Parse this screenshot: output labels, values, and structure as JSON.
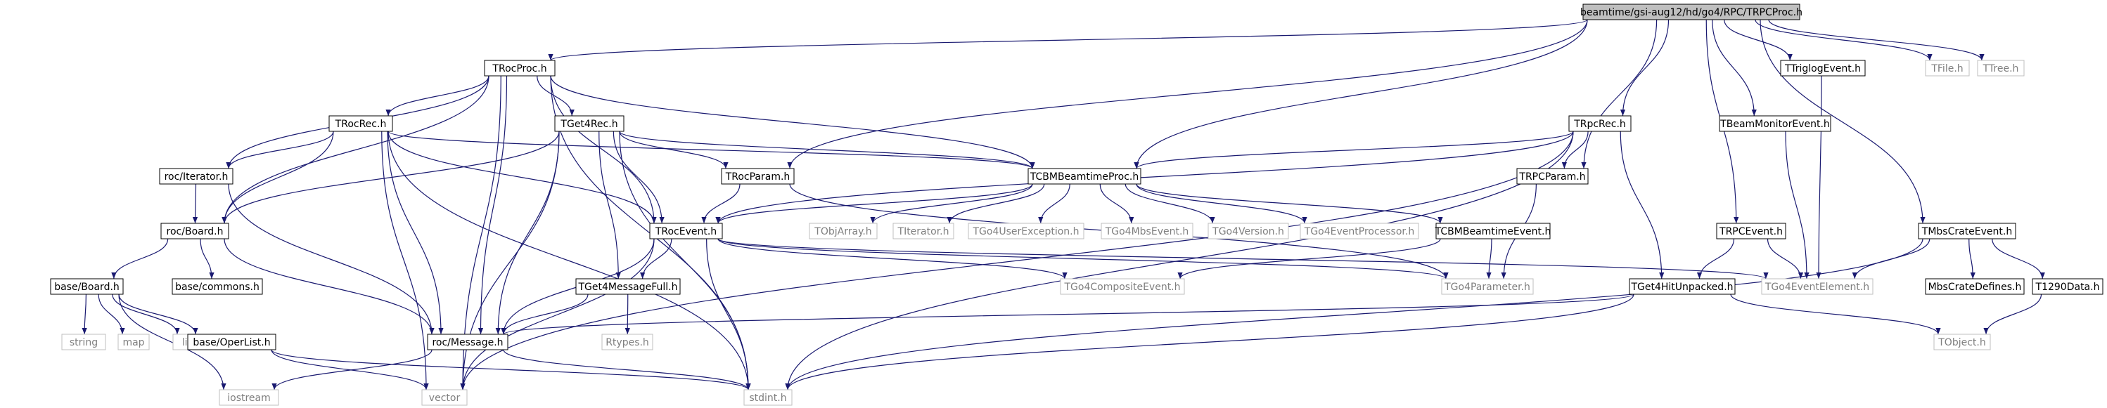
{
  "colors": {
    "edge": "#191970",
    "root_fill": "#bfbfbf",
    "box_border": "#000000",
    "missing_border": "#bfbfbf",
    "missing_text": "#7f7f7f"
  },
  "nodes": [
    {
      "id": "root",
      "label": "beamtime/gsi-aug12/hd/go4/RPC/TRPCProc.h",
      "kind": "root"
    },
    {
      "id": "troc_proc",
      "label": "TRocProc.h",
      "kind": "found"
    },
    {
      "id": "troc_rec",
      "label": "TRocRec.h",
      "kind": "found"
    },
    {
      "id": "tget4_rec",
      "label": "TGet4Rec.h",
      "kind": "found"
    },
    {
      "id": "trpc_rec",
      "label": "TRpcRec.h",
      "kind": "found"
    },
    {
      "id": "ttriglog_event",
      "label": "TTriglogEvent.h",
      "kind": "found"
    },
    {
      "id": "tfile",
      "label": "TFile.h",
      "kind": "missing"
    },
    {
      "id": "ttree",
      "label": "TTree.h",
      "kind": "missing"
    },
    {
      "id": "roc_iterator",
      "label": "roc/Iterator.h",
      "kind": "found"
    },
    {
      "id": "troc_param",
      "label": "TRocParam.h",
      "kind": "found"
    },
    {
      "id": "tcbm_beamtime_proc",
      "label": "TCBMBeamtimeProc.h",
      "kind": "found"
    },
    {
      "id": "trpc_param",
      "label": "TRPCParam.h",
      "kind": "found"
    },
    {
      "id": "tbeam_monitor_event",
      "label": "TBeamMonitorEvent.h",
      "kind": "found"
    },
    {
      "id": "roc_board",
      "label": "roc/Board.h",
      "kind": "found"
    },
    {
      "id": "troc_event",
      "label": "TRocEvent.h",
      "kind": "found"
    },
    {
      "id": "tobjarray",
      "label": "TObjArray.h",
      "kind": "missing"
    },
    {
      "id": "titerator",
      "label": "TIterator.h",
      "kind": "missing"
    },
    {
      "id": "tgo4_user_exception",
      "label": "TGo4UserException.h",
      "kind": "missing"
    },
    {
      "id": "tgo4_mbs_event",
      "label": "TGo4MbsEvent.h",
      "kind": "missing"
    },
    {
      "id": "tgo4_version",
      "label": "TGo4Version.h",
      "kind": "missing"
    },
    {
      "id": "tgo4_event_processor",
      "label": "TGo4EventProcessor.h",
      "kind": "missing"
    },
    {
      "id": "tcbm_beamtime_event",
      "label": "TCBMBeamtimeEvent.h",
      "kind": "found"
    },
    {
      "id": "trpc_event",
      "label": "TRPCEvent.h",
      "kind": "found"
    },
    {
      "id": "tmbs_crate_event",
      "label": "TMbsCrateEvent.h",
      "kind": "found"
    },
    {
      "id": "base_board",
      "label": "base/Board.h",
      "kind": "found"
    },
    {
      "id": "base_commons",
      "label": "base/commons.h",
      "kind": "found"
    },
    {
      "id": "tget4_message_full",
      "label": "TGet4MessageFull.h",
      "kind": "found"
    },
    {
      "id": "tgo4_composite_event",
      "label": "TGo4CompositeEvent.h",
      "kind": "missing"
    },
    {
      "id": "tgo4_parameter",
      "label": "TGo4Parameter.h",
      "kind": "missing"
    },
    {
      "id": "tget4_hit_unpacked",
      "label": "TGet4HitUnpacked.h",
      "kind": "found"
    },
    {
      "id": "tgo4_event_element",
      "label": "TGo4EventElement.h",
      "kind": "missing"
    },
    {
      "id": "mbs_crate_defines",
      "label": "MbsCrateDefines.h",
      "kind": "found"
    },
    {
      "id": "t1290_data",
      "label": "T1290Data.h",
      "kind": "found"
    },
    {
      "id": "string",
      "label": "string",
      "kind": "missing"
    },
    {
      "id": "map",
      "label": "map",
      "kind": "missing"
    },
    {
      "id": "list",
      "label": "list",
      "kind": "missing"
    },
    {
      "id": "base_operlist",
      "label": "base/OperList.h",
      "kind": "found"
    },
    {
      "id": "roc_message",
      "label": "roc/Message.h",
      "kind": "found"
    },
    {
      "id": "rtypes",
      "label": "Rtypes.h",
      "kind": "missing"
    },
    {
      "id": "tobject",
      "label": "TObject.h",
      "kind": "missing"
    },
    {
      "id": "iostream",
      "label": "iostream",
      "kind": "missing"
    },
    {
      "id": "vector",
      "label": "vector",
      "kind": "missing"
    },
    {
      "id": "stdint",
      "label": "stdint.h",
      "kind": "missing"
    }
  ],
  "edges": [
    [
      "root",
      "troc_proc"
    ],
    [
      "root",
      "troc_param"
    ],
    [
      "root",
      "tcbm_beamtime_proc"
    ],
    [
      "root",
      "trpc_rec"
    ],
    [
      "root",
      "trpc_param"
    ],
    [
      "root",
      "trpc_event"
    ],
    [
      "root",
      "tbeam_monitor_event"
    ],
    [
      "root",
      "ttriglog_event"
    ],
    [
      "root",
      "tmbs_crate_event"
    ],
    [
      "root",
      "tfile"
    ],
    [
      "root",
      "ttree"
    ],
    [
      "troc_proc",
      "troc_rec"
    ],
    [
      "troc_proc",
      "tget4_rec"
    ],
    [
      "troc_proc",
      "roc_iterator"
    ],
    [
      "troc_proc",
      "roc_board"
    ],
    [
      "troc_proc",
      "troc_event"
    ],
    [
      "troc_proc",
      "tcbm_beamtime_proc"
    ],
    [
      "troc_proc",
      "roc_message"
    ],
    [
      "troc_proc",
      "vector"
    ],
    [
      "troc_proc",
      "stdint"
    ],
    [
      "troc_rec",
      "roc_iterator"
    ],
    [
      "troc_rec",
      "roc_board"
    ],
    [
      "troc_rec",
      "troc_event"
    ],
    [
      "troc_rec",
      "tcbm_beamtime_proc"
    ],
    [
      "troc_rec",
      "roc_message"
    ],
    [
      "troc_rec",
      "vector"
    ],
    [
      "troc_rec",
      "stdint"
    ],
    [
      "tget4_rec",
      "troc_param"
    ],
    [
      "tget4_rec",
      "tcbm_beamtime_proc"
    ],
    [
      "tget4_rec",
      "troc_event"
    ],
    [
      "tget4_rec",
      "roc_board"
    ],
    [
      "tget4_rec",
      "tget4_message_full"
    ],
    [
      "tget4_rec",
      "roc_message"
    ],
    [
      "tget4_rec",
      "vector"
    ],
    [
      "tget4_rec",
      "stdint"
    ],
    [
      "roc_iterator",
      "roc_board"
    ],
    [
      "roc_iterator",
      "roc_message"
    ],
    [
      "troc_param",
      "troc_event"
    ],
    [
      "troc_param",
      "tgo4_parameter"
    ],
    [
      "tcbm_beamtime_proc",
      "troc_event"
    ],
    [
      "tcbm_beamtime_proc",
      "tobjarray"
    ],
    [
      "tcbm_beamtime_proc",
      "titerator"
    ],
    [
      "tcbm_beamtime_proc",
      "tgo4_user_exception"
    ],
    [
      "tcbm_beamtime_proc",
      "tgo4_mbs_event"
    ],
    [
      "tcbm_beamtime_proc",
      "tgo4_version"
    ],
    [
      "tcbm_beamtime_proc",
      "tgo4_event_processor"
    ],
    [
      "tcbm_beamtime_proc",
      "tcbm_beamtime_event"
    ],
    [
      "trpc_rec",
      "tcbm_beamtime_proc"
    ],
    [
      "trpc_rec",
      "trpc_param"
    ],
    [
      "trpc_rec",
      "troc_event"
    ],
    [
      "trpc_rec",
      "tget4_hit_unpacked"
    ],
    [
      "trpc_rec",
      "vector"
    ],
    [
      "trpc_rec",
      "stdint"
    ],
    [
      "trpc_param",
      "tgo4_parameter"
    ],
    [
      "tbeam_monitor_event",
      "tgo4_event_element"
    ],
    [
      "ttriglog_event",
      "tgo4_event_element"
    ],
    [
      "trpc_event",
      "tget4_hit_unpacked"
    ],
    [
      "trpc_event",
      "tgo4_event_element"
    ],
    [
      "tmbs_crate_event",
      "tgo4_event_element"
    ],
    [
      "tmbs_crate_event",
      "mbs_crate_defines"
    ],
    [
      "tmbs_crate_event",
      "t1290_data"
    ],
    [
      "tmbs_crate_event",
      "stdint"
    ],
    [
      "roc_board",
      "base_board"
    ],
    [
      "roc_board",
      "base_commons"
    ],
    [
      "roc_board",
      "roc_message"
    ],
    [
      "troc_event",
      "tget4_message_full"
    ],
    [
      "troc_event",
      "tgo4_composite_event"
    ],
    [
      "troc_event",
      "tgo4_parameter"
    ],
    [
      "troc_event",
      "tgo4_event_element"
    ],
    [
      "troc_event",
      "roc_message"
    ],
    [
      "troc_event",
      "vector"
    ],
    [
      "troc_event",
      "stdint"
    ],
    [
      "tcbm_beamtime_event",
      "tgo4_composite_event"
    ],
    [
      "tcbm_beamtime_event",
      "tgo4_parameter"
    ],
    [
      "base_board",
      "string"
    ],
    [
      "base_board",
      "map"
    ],
    [
      "base_board",
      "list"
    ],
    [
      "base_board",
      "base_operlist"
    ],
    [
      "base_board",
      "iostream"
    ],
    [
      "tget4_message_full",
      "roc_message"
    ],
    [
      "tget4_message_full",
      "rtypes"
    ],
    [
      "tget4_hit_unpacked",
      "roc_message"
    ],
    [
      "tget4_hit_unpacked",
      "tobject"
    ],
    [
      "tget4_hit_unpacked",
      "stdint"
    ],
    [
      "t1290_data",
      "tobject"
    ],
    [
      "base_operlist",
      "vector"
    ],
    [
      "base_operlist",
      "stdint"
    ],
    [
      "roc_message",
      "iostream"
    ],
    [
      "roc_message",
      "stdint"
    ]
  ]
}
